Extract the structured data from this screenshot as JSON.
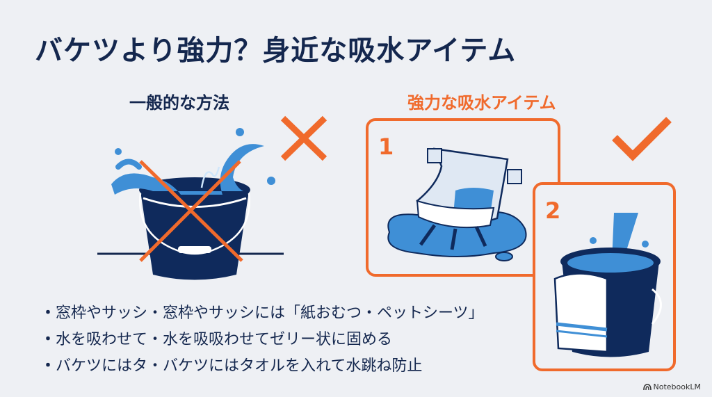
{
  "title": "バケツより強力？身近な吸水アイテム",
  "left": {
    "heading": "一般的な方法",
    "mark": "x-mark",
    "illustration": "overflowing-bucket-crossed-out"
  },
  "right": {
    "heading": "強力な吸水アイテム",
    "mark": "check-mark",
    "cards": [
      {
        "number": "1",
        "illustration": "diaper-absorbing-puddle"
      },
      {
        "number": "2",
        "illustration": "bucket-with-towel"
      }
    ]
  },
  "bullets": [
    {
      "dot": "・",
      "text": "窓枠やサッシ・窓枠やサッシには「紙おむつ・ペットシーツ」"
    },
    {
      "dot": "・",
      "text": "水を吸わせて・水を吸吸わせてゼリー状に固める"
    },
    {
      "dot": "・",
      "text": "バケツにはタ・バケツにはタオルを入れて水跳ね防止"
    }
  ],
  "watermark": "NotebookLM",
  "colors": {
    "background": "#eef0f4",
    "navy": "#14274e",
    "accent_orange": "#f06a2c",
    "water_blue": "#3f8fd6",
    "bucket_navy": "#0f2a5c"
  }
}
